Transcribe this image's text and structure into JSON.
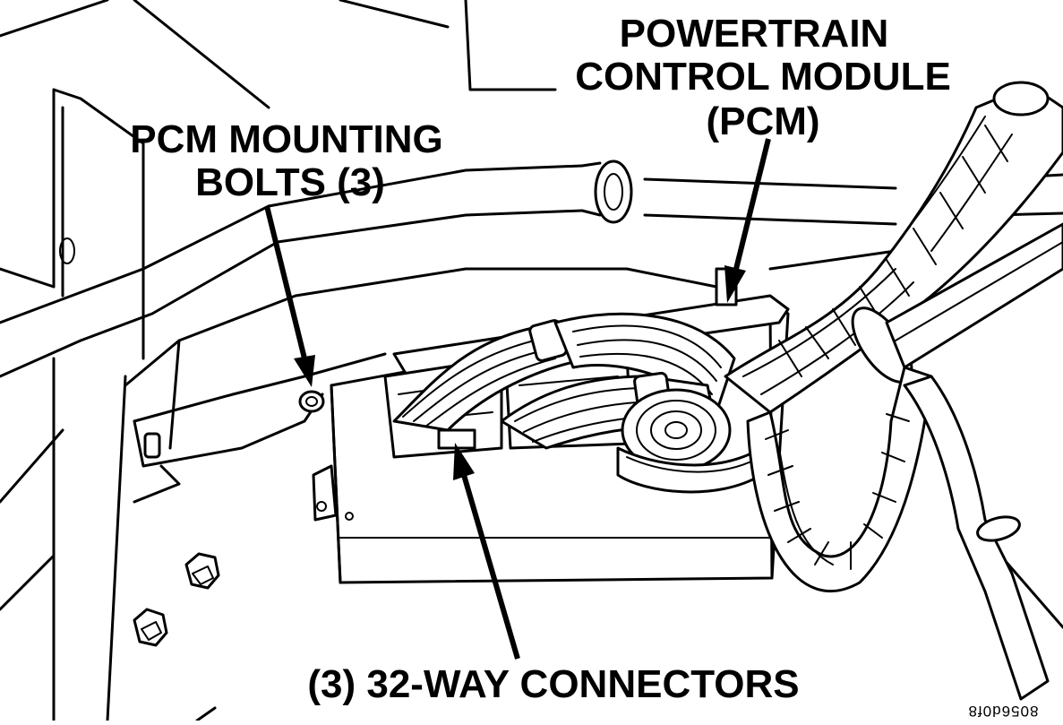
{
  "figure": {
    "labels": {
      "pcm_title": [
        "POWERTRAIN",
        "CONTROL MODULE",
        "(PCM)"
      ],
      "mounting_bolts": [
        "PCM MOUNTING",
        "BOLTS (3)"
      ],
      "connectors": "(3) 32-WAY CONNECTORS"
    },
    "figure_code": "8056d0f8"
  }
}
